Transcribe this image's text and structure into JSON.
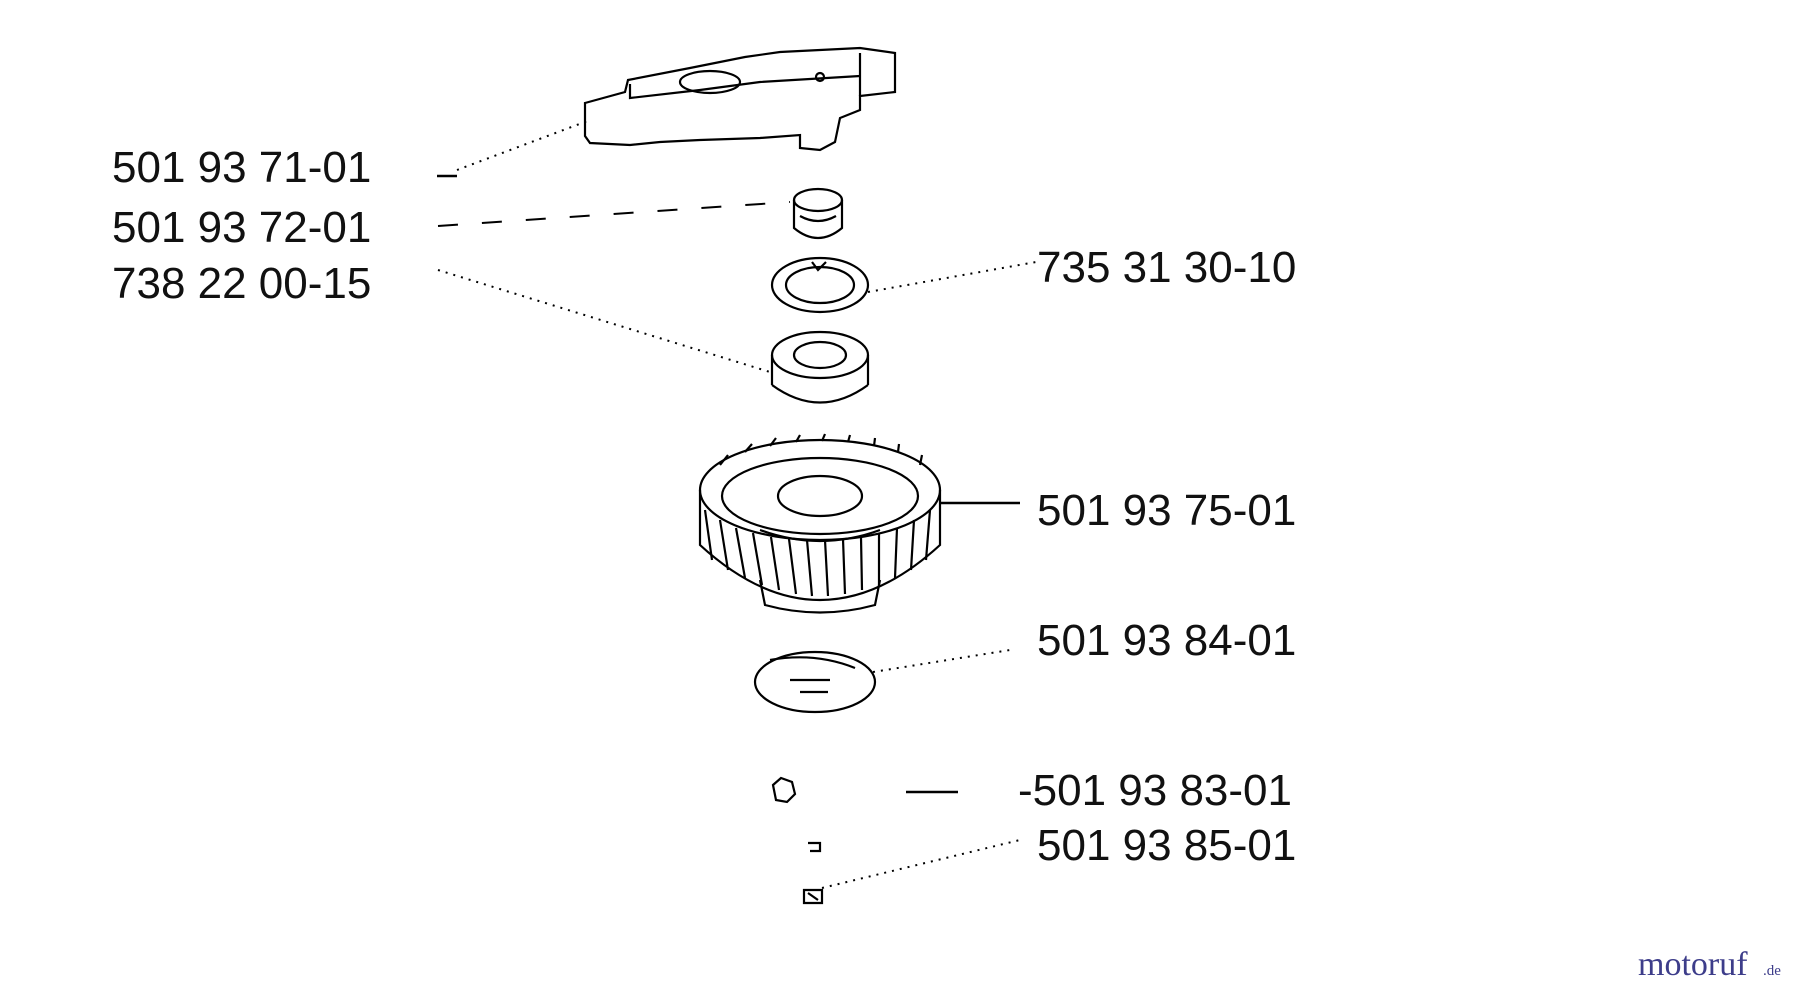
{
  "callouts": {
    "p1": "501 93 71-01",
    "p2": "501 93 72-01",
    "p3": "738 22 00-15",
    "p4": "735 31 30-10",
    "p5": "501 93 75-01",
    "p6": "501 93 84-01",
    "p7": "-501 93 83-01",
    "p8": "501 93 85-01"
  },
  "watermark": {
    "text": "motoruf",
    "suffix": ".de",
    "color": "#3d3d8a"
  }
}
